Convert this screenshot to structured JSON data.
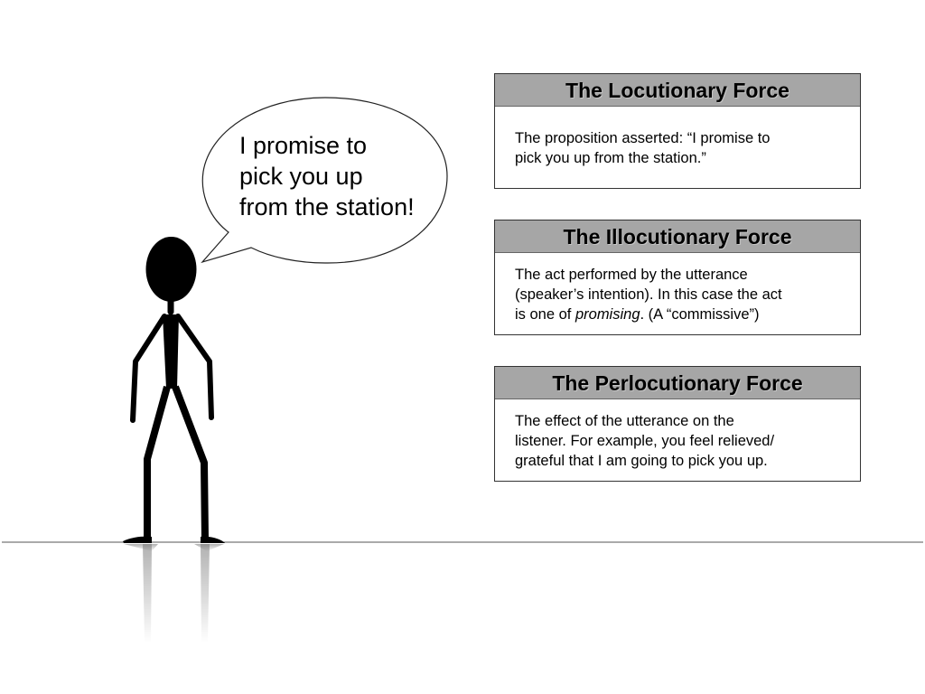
{
  "speech_bubble": {
    "lines": [
      "I promise to",
      "pick you up",
      "from the station!"
    ]
  },
  "forces": [
    {
      "title": "The Locutionary Force",
      "lines": [
        "The proposition asserted: “I promise to",
        "pick you up from the station.”"
      ]
    },
    {
      "title": "The Illocutionary Force",
      "lines": [
        "The act performed by the utterance",
        "(speaker’s intention). In this case the act"
      ],
      "line3_prefix": "is one of ",
      "line3_emphasis": "promising",
      "line3_suffix": ". (A “commissive”)"
    },
    {
      "title": "The Perlocutionary Force",
      "lines": [
        "The effect of the utterance on the",
        "listener. For example, you feel relieved/",
        "grateful that I am going to pick you up."
      ]
    }
  ],
  "colors": {
    "header_fill": "#a6a6a6",
    "box_border": "#333333",
    "ground_line": "#555555",
    "figure": "#000000"
  },
  "icons": {
    "figure": "stick-figure-person",
    "bubble": "speech-bubble"
  }
}
